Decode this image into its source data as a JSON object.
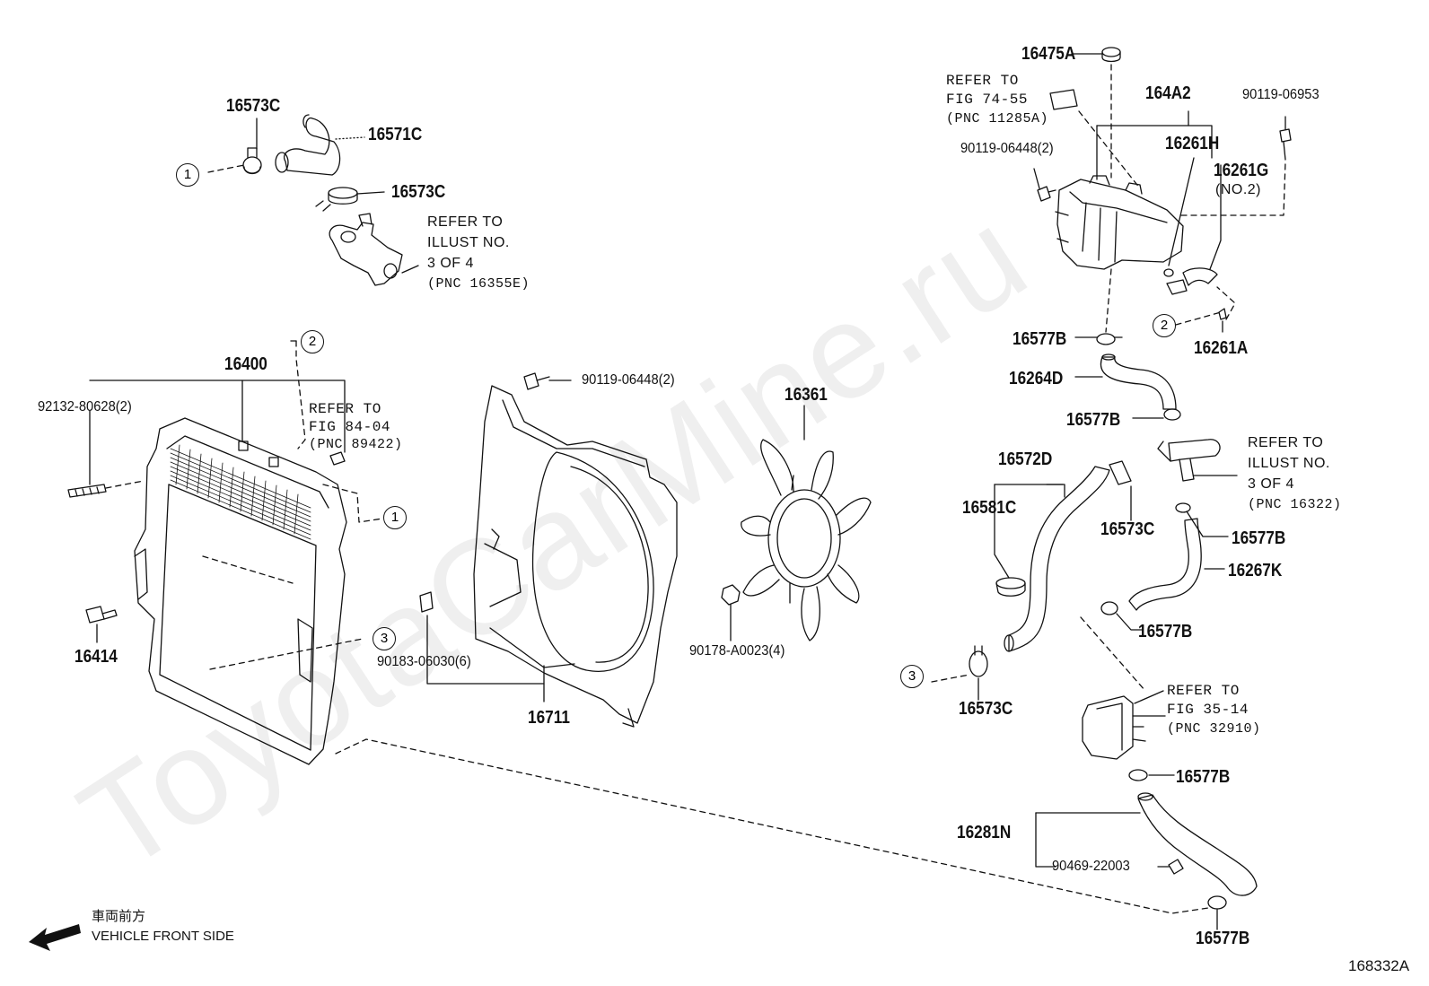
{
  "watermark": "ToyotaCarMine.ru",
  "part_labels": {
    "p16573C_a": "16573C",
    "p16571C": "16571C",
    "p16573C_b": "16573C",
    "p16400": "16400",
    "p92132": "92132-80628(2)",
    "p16414": "16414",
    "p90119_a": "90119-06448(2)",
    "p90183": "90183-06030(6)",
    "p16711": "16711",
    "p16361": "16361",
    "p90178": "90178-A0023(4)",
    "p16475A": "16475A",
    "p164A2": "164A2",
    "p90119_06953": "90119-06953",
    "p16261H": "16261H",
    "p90119_b": "90119-06448(2)",
    "p16261G": "16261G",
    "p16261G_sub": "(NO.2)",
    "p16577B_a": "16577B",
    "p16261A": "16261A",
    "p16264D": "16264D",
    "p16577B_b": "16577B",
    "p16572D": "16572D",
    "p16581C": "16581C",
    "p16573C_c": "16573C",
    "p16577B_c": "16577B",
    "p16267K": "16267K",
    "p16577B_d": "16577B",
    "p16573C_d": "16573C",
    "p16577B_e": "16577B",
    "p16281N": "16281N",
    "p90469": "90469-22003",
    "p16577B_f": "16577B"
  },
  "refer_notes": {
    "illust_16355E": [
      "REFER TO",
      "ILLUST NO.",
      "3 OF 4",
      "(PNC 16355E)"
    ],
    "fig_84_04": [
      "REFER TO",
      "FIG 84-04",
      "(PNC 89422)"
    ],
    "fig_74_55": [
      "REFER TO",
      "FIG 74-55",
      "(PNC 11285A)"
    ],
    "illust_16322": [
      "REFER TO",
      "ILLUST NO.",
      "3 OF 4",
      "(PNC 16322)"
    ],
    "fig_35_14": [
      "REFER TO",
      "FIG 35-14",
      "(PNC 32910)"
    ]
  },
  "callouts": {
    "c1a": "1",
    "c1b": "1",
    "c2a": "2",
    "c2b": "2",
    "c3a": "3",
    "c3b": "3"
  },
  "footer": {
    "direction_jp": "車両前方",
    "direction_en": "VEHICLE FRONT SIDE",
    "figure_code": "168332A"
  },
  "icons": [
    "front-direction-arrow-icon"
  ]
}
